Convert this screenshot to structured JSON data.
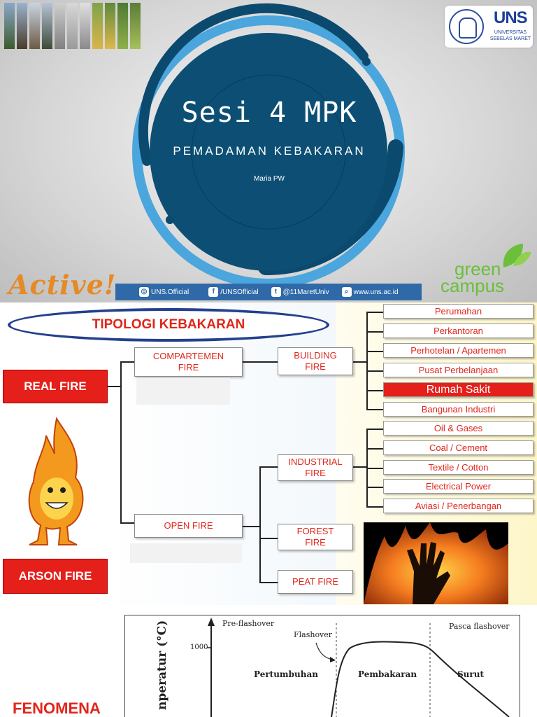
{
  "slide1": {
    "title": "Sesi 4 MPK",
    "subtitle": "PEMADAMAN KEBAKARAN",
    "author": "Maria PW",
    "logo_name": "UNS",
    "logo_sub": "UNIVERSITAS SEBELAS MARET",
    "active_text": "Active!",
    "green_campus": [
      "green",
      "campus"
    ],
    "social": [
      {
        "icon": "instagram-icon",
        "label": "UNS.Official"
      },
      {
        "icon": "facebook-icon",
        "label": "/UNSOfficial"
      },
      {
        "icon": "twitter-icon",
        "label": "@11MaretUniv"
      },
      {
        "icon": "search-icon",
        "label": "www.uns.ac.id"
      }
    ],
    "colors": {
      "ring_dark": "#0b4a6e",
      "ring_light": "#4aa6dc",
      "accent_orange": "#e58a27",
      "social_bar": "#2f69a8",
      "green": "#6bbf3a"
    }
  },
  "slide2": {
    "title": "TIPOLOGI KEBAKARAN",
    "real_fire": "REAL FIRE",
    "arson_fire": "ARSON FIRE",
    "compartemen_fire": [
      "COMPARTEMEN",
      "FIRE"
    ],
    "open_fire": "OPEN FIRE",
    "building_fire": [
      "BUILDING",
      "FIRE"
    ],
    "industrial_fire": [
      "INDUSTRIAL",
      "FIRE"
    ],
    "forest_fire": [
      "FOREST",
      "FIRE"
    ],
    "peat_fire": "PEAT FIRE",
    "building_types": [
      "Perumahan",
      "Perkantoran",
      "Perhotelan / Apartemen",
      "Pusat Perbelanjaan",
      "Rumah Sakit",
      "Bangunan Industri"
    ],
    "industrial_types": [
      "Oil & Gases",
      "Coal / Cement",
      "Textile / Cotton",
      "Electrical Power",
      "Aviasi / Penerbangan"
    ],
    "highlighted": "Rumah Sakit",
    "colors": {
      "red": "#e51f1a",
      "navy": "#24408e"
    }
  },
  "slide3": {
    "title": "FENOMENA",
    "y_axis_label": "nperatur (°C)",
    "y_tick": "1000",
    "labels": {
      "pre_flashover": "Pre-flashover",
      "flashover": "Flashover",
      "pasca_flashover": "Pasca flashover",
      "pertumbuhan": "Pertumbuhan",
      "pembakaran": "Pembakaran",
      "surut": "Surut"
    }
  }
}
